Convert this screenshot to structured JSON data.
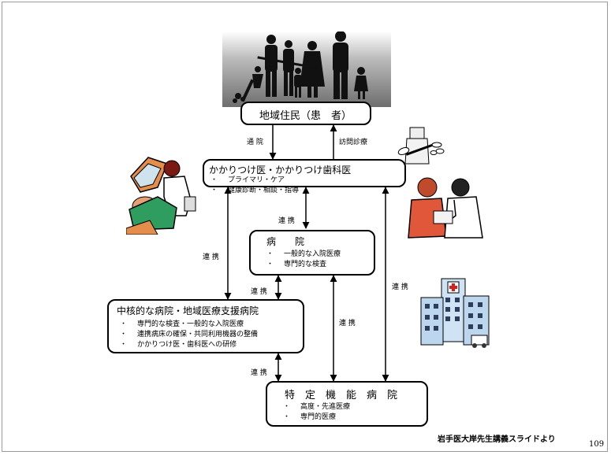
{
  "boxes": {
    "residents": {
      "title": "地域住民（患　者）"
    },
    "kakaritsuke": {
      "title": "かかりつけ医・かかりつけ歯科医",
      "items": [
        "プライマリ・ケア",
        "健康診断・相談・指導"
      ]
    },
    "hospital": {
      "title": "病　　院",
      "items": [
        "一般的な入院医療",
        "専門的な検査"
      ]
    },
    "core": {
      "title": "中核的な病院・地域医療支援病院",
      "items": [
        "専門的な検査・一般的な入院医療",
        "連携病床の確保・共同利用機器の整備",
        "かかりつけ医・歯科医への研修"
      ]
    },
    "special": {
      "title": "特　定　機　能　病　院",
      "items": [
        "高度・先進医療",
        "専門的医療"
      ]
    }
  },
  "labels": {
    "visit": "通 院",
    "home_visit": "訪問診療",
    "renkei_1": "連 携",
    "renkei_2": "連 携",
    "renkei_3": "連 携",
    "renkei_4": "連 携",
    "renkei_5": "連 携",
    "renkei_6": "連 携"
  },
  "footer": {
    "credit": "岩手医大岸先生講義スライドより",
    "page_number": "109"
  },
  "icons": [
    "family-silhouette-icon",
    "dentist-illustration-icon",
    "medicine-icon",
    "doctor-patient-illustration-icon",
    "hospital-building-icon"
  ]
}
